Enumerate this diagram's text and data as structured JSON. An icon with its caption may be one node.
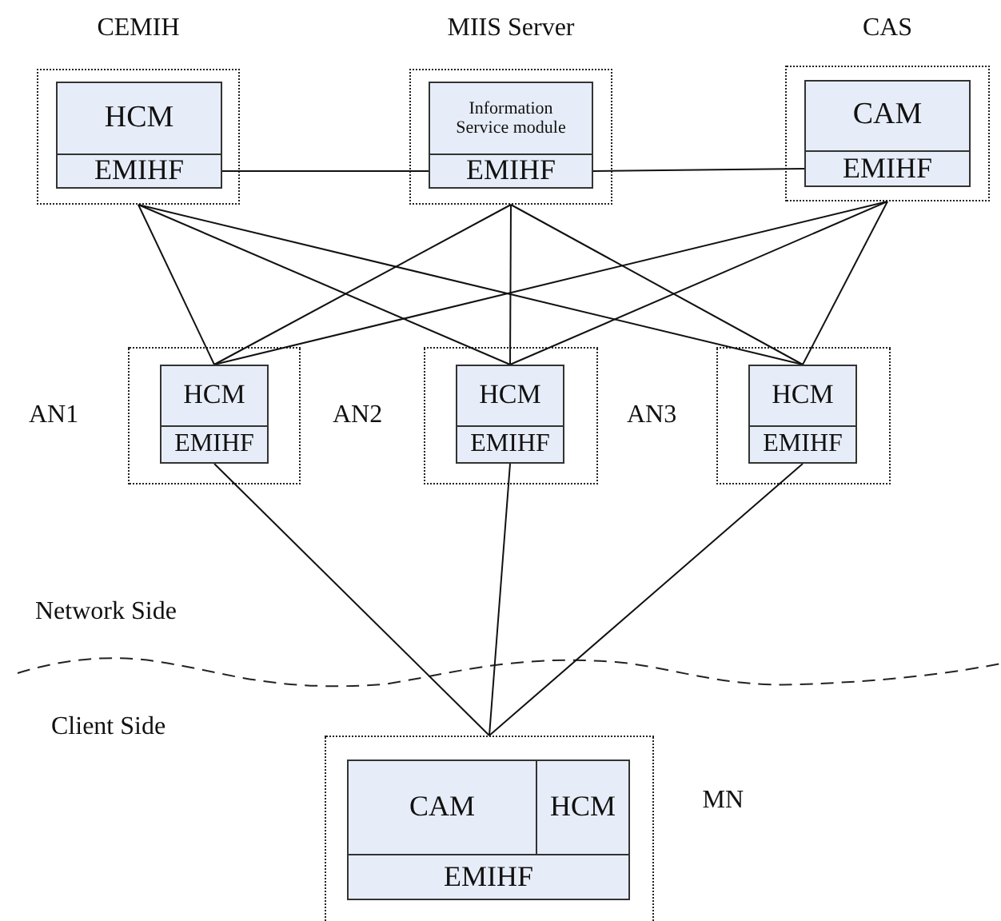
{
  "diagram": {
    "nodes": [
      {
        "text": [
          "CEMIH"
        ]
      },
      {
        "text": [
          "HCM"
        ],
        "in": 0
      },
      {
        "text": [
          "EMIHF"
        ],
        "in": 0
      },
      {
        "text": [
          "MIIS Server"
        ]
      },
      {
        "text": [
          "Information Service module"
        ],
        "in": 3
      },
      {
        "text": [
          "EMIHF"
        ],
        "in": 3
      },
      {
        "text": [
          "CAS"
        ]
      },
      {
        "text": [
          "CAM"
        ],
        "in": 6
      },
      {
        "text": [
          "EMIHF"
        ],
        "in": 6
      },
      {
        "text": [
          "AN1"
        ]
      },
      {
        "text": [
          "HCM"
        ],
        "in": 9
      },
      {
        "text": [
          "EMIHF"
        ],
        "in": 9
      },
      {
        "text": [
          "AN2"
        ]
      },
      {
        "text": [
          "HCM"
        ],
        "in": 12
      },
      {
        "text": [
          "EMIHF"
        ],
        "in": 12
      },
      {
        "text": [
          "AN3"
        ]
      },
      {
        "text": [
          "HCM"
        ],
        "in": 15
      },
      {
        "text": [
          "EMIHF"
        ],
        "in": 15
      },
      {
        "text": [
          "MN"
        ]
      },
      {
        "text": [
          "CAM"
        ],
        "in": 18
      },
      {
        "text": [
          "HCM"
        ],
        "in": 18
      },
      {
        "text": [
          "EMIHF"
        ],
        "in": 18
      }
    ],
    "edges": [
      {
        "from": 2,
        "to": 5,
        "arrow": "none"
      },
      {
        "from": 5,
        "to": 8,
        "arrow": "none"
      },
      {
        "from": 0,
        "to": 10,
        "arrow": "none"
      },
      {
        "from": 0,
        "to": 13,
        "arrow": "none"
      },
      {
        "from": 0,
        "to": 16,
        "arrow": "none"
      },
      {
        "from": 3,
        "to": 10,
        "arrow": "none"
      },
      {
        "from": 3,
        "to": 13,
        "arrow": "none"
      },
      {
        "from": 3,
        "to": 16,
        "arrow": "none"
      },
      {
        "from": 6,
        "to": 10,
        "arrow": "none"
      },
      {
        "from": 6,
        "to": 13,
        "arrow": "none"
      },
      {
        "from": 6,
        "to": 16,
        "arrow": "none"
      },
      {
        "from": 11,
        "to": 18,
        "arrow": "none"
      },
      {
        "from": 14,
        "to": 18,
        "arrow": "none"
      },
      {
        "from": 17,
        "to": 18,
        "arrow": "none"
      }
    ],
    "labels": [
      "Network Side",
      "Client Side"
    ]
  }
}
